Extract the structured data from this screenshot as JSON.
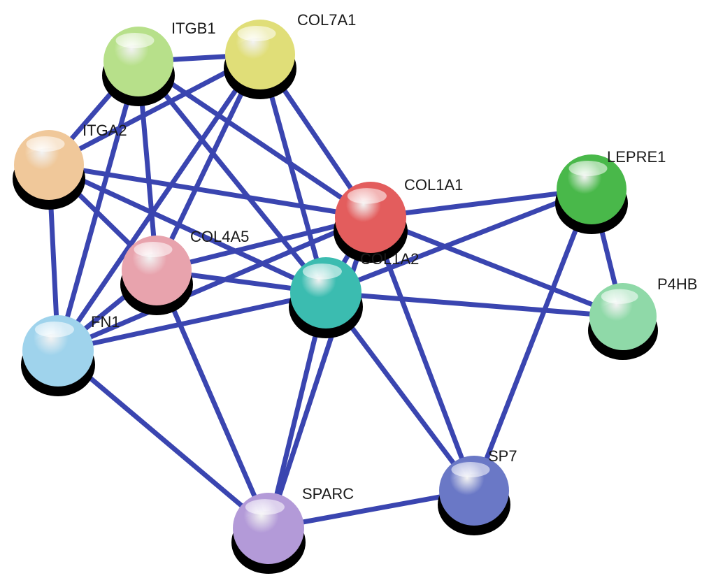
{
  "nodes": [
    {
      "id": "ITGB1",
      "label": "ITGB1",
      "color": "#b7e08a"
    },
    {
      "id": "COL7A1",
      "label": "COL7A1",
      "color": "#e0de78"
    },
    {
      "id": "ITGA2",
      "label": "ITGA2",
      "color": "#f0c89a"
    },
    {
      "id": "COL1A1",
      "label": "COL1A1",
      "color": "#e35d5d"
    },
    {
      "id": "LEPRE1",
      "label": "LEPRE1",
      "color": "#49b84a"
    },
    {
      "id": "COL4A5",
      "label": "COL4A5",
      "color": "#e8a3ad"
    },
    {
      "id": "COL1A2",
      "label": "COL1A2",
      "color": "#3bbcb0"
    },
    {
      "id": "P4HB",
      "label": "P4HB",
      "color": "#8fd9a8"
    },
    {
      "id": "FN1",
      "label": "FN1",
      "color": "#9fd3ec"
    },
    {
      "id": "SP7",
      "label": "SP7",
      "color": "#6a78c6"
    },
    {
      "id": "SPARC",
      "label": "SPARC",
      "color": "#b39ad8"
    }
  ],
  "edges": [
    [
      "ITGB1",
      "COL7A1"
    ],
    [
      "ITGB1",
      "ITGA2"
    ],
    [
      "ITGB1",
      "COL1A1"
    ],
    [
      "ITGB1",
      "COL4A5"
    ],
    [
      "ITGB1",
      "COL1A2"
    ],
    [
      "ITGB1",
      "FN1"
    ],
    [
      "COL7A1",
      "ITGA2"
    ],
    [
      "COL7A1",
      "COL1A1"
    ],
    [
      "COL7A1",
      "COL4A5"
    ],
    [
      "COL7A1",
      "COL1A2"
    ],
    [
      "COL7A1",
      "FN1"
    ],
    [
      "ITGA2",
      "COL1A1"
    ],
    [
      "ITGA2",
      "COL4A5"
    ],
    [
      "ITGA2",
      "COL1A2"
    ],
    [
      "ITGA2",
      "FN1"
    ],
    [
      "COL1A1",
      "LEPRE1"
    ],
    [
      "COL1A1",
      "COL4A5"
    ],
    [
      "COL1A1",
      "COL1A2"
    ],
    [
      "COL1A1",
      "P4HB"
    ],
    [
      "COL1A1",
      "FN1"
    ],
    [
      "COL1A1",
      "SP7"
    ],
    [
      "COL1A1",
      "SPARC"
    ],
    [
      "LEPRE1",
      "P4HB"
    ],
    [
      "LEPRE1",
      "COL1A2"
    ],
    [
      "LEPRE1",
      "SP7"
    ],
    [
      "COL4A5",
      "COL1A2"
    ],
    [
      "COL4A5",
      "FN1"
    ],
    [
      "COL4A5",
      "SPARC"
    ],
    [
      "COL1A2",
      "P4HB"
    ],
    [
      "COL1A2",
      "FN1"
    ],
    [
      "COL1A2",
      "SPARC"
    ],
    [
      "COL1A2",
      "SP7"
    ],
    [
      "FN1",
      "SPARC"
    ],
    [
      "SPARC",
      "SP7"
    ]
  ],
  "edge_color": "#3a45b0"
}
